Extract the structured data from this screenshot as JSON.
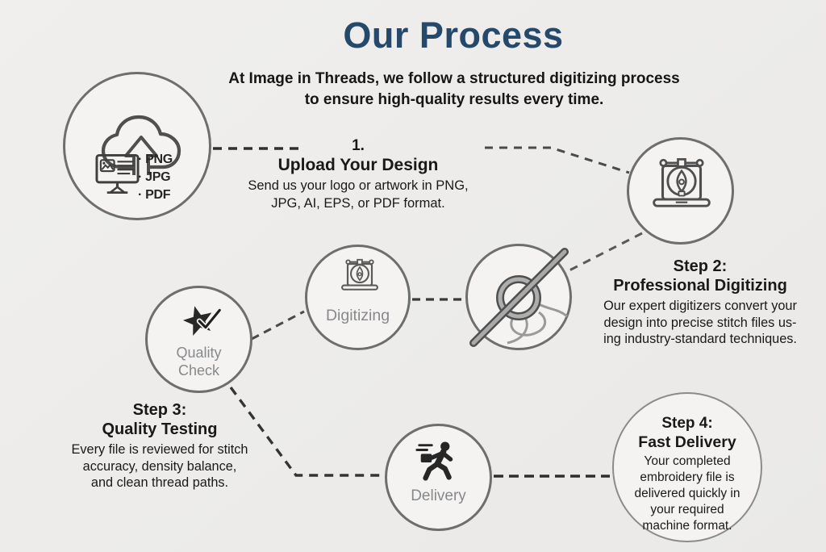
{
  "colors": {
    "background": "#edecea",
    "title_accent": "#24496b",
    "body_text": "#191919",
    "muted_label": "#87898c",
    "circle_stroke": "#6e6e6e",
    "circle_fill": "#f4f3f1",
    "dash_line": "#353535",
    "icon_dark": "#262626",
    "icon_stroke": "#4f4f4f"
  },
  "header": {
    "title": "Our Process",
    "subtitle_lines": [
      "At Image in Threads, we follow a structured digitizing process",
      "to ensure high-quality results every time."
    ]
  },
  "steps": {
    "step1": {
      "number": "1.",
      "heading": "Upload Your Design",
      "body_lines": [
        "Send us your logo or artwork in PNG,",
        "JPG, AI, EPS, or PDF format."
      ]
    },
    "step2": {
      "label": "Step 2:",
      "heading": "Professional Digitizing",
      "body_lines": [
        "Our expert digitizers convert your",
        "design into precise stitch files us-",
        "ing industry-standard techniques."
      ]
    },
    "step3": {
      "label": "Step 3:",
      "heading": "Quality Testing",
      "body_lines": [
        "Every file is reviewed for stitch",
        "accuracy, density balance,",
        "and clean thread paths."
      ]
    },
    "step4": {
      "label": "Step 4:",
      "heading": "Fast Delivery",
      "body_lines": [
        "Your completed",
        "embroidery file is",
        "delivered quickly in",
        "your required",
        "machine format."
      ]
    }
  },
  "nodes": {
    "upload": {
      "formats": [
        "· PNG",
        "· JPG",
        "· PDF"
      ]
    },
    "digitizing": {
      "label": "Digitizing"
    },
    "quality": {
      "label_lines": [
        "Quality",
        "Check"
      ]
    },
    "delivery": {
      "label": "Delivery"
    }
  }
}
